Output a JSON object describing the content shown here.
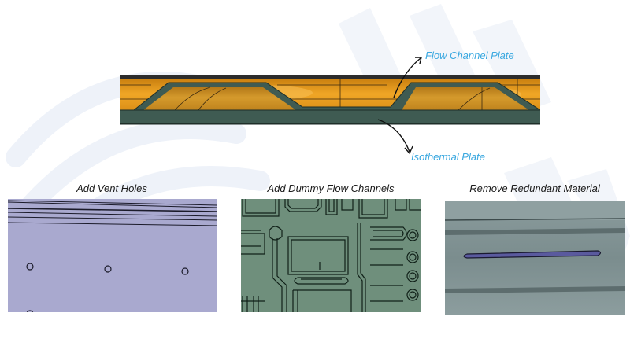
{
  "callouts": {
    "flow_channel_plate": "Flow Channel Plate",
    "isothermal_plate": "Isothermal Plate"
  },
  "panels": [
    {
      "id": "vent",
      "title": "Add Vent Holes"
    },
    {
      "id": "dummy",
      "title": "Add Dummy Flow Channels"
    },
    {
      "id": "remove",
      "title": "Remove Redundant Material"
    }
  ],
  "colors": {
    "callout_text": "#3aa8e0",
    "plate_green": "#3f5b52",
    "cavity_orange": "#e0961a",
    "vent_panel": "#a9a9cf",
    "dummy_panel": "#6f8f7c",
    "remove_panel": "#7e9091",
    "slot_fill": "#5a5a9e",
    "watermark": "#eef2f9"
  },
  "icons": [
    "curved-arrow-icon"
  ]
}
